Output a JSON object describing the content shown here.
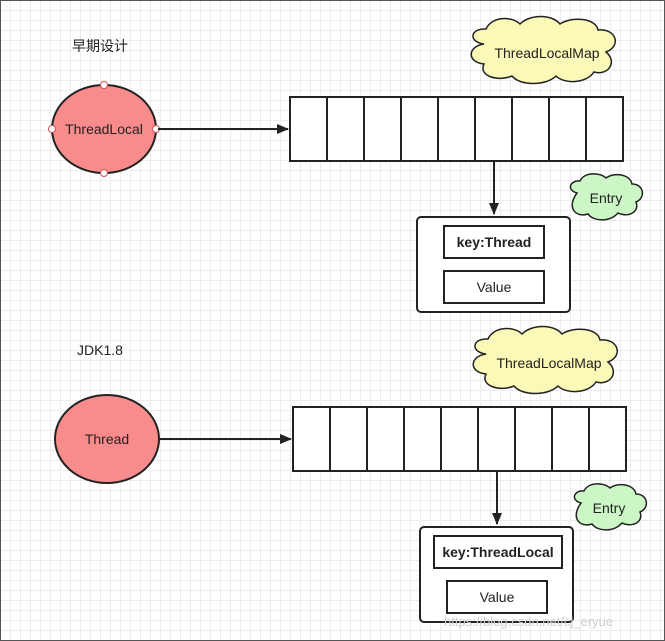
{
  "sections": [
    {
      "caption": "早期设计",
      "source_node": "ThreadLocal",
      "map_label": "ThreadLocalMap",
      "entry_label": "Entry",
      "key_label": "key:Thread",
      "value_label": "Value",
      "slot_count": 9
    },
    {
      "caption": "JDK1.8",
      "source_node": "Thread",
      "map_label": "ThreadLocalMap",
      "entry_label": "Entry",
      "key_label": "key:ThreadLocal",
      "value_label": "Value",
      "slot_count": 9
    }
  ],
  "watermark": "https://blog.csdn.net/cj_eryue",
  "colors": {
    "node_fill": "#f88c8c",
    "map_cloud_fill": "#fbf9b8",
    "entry_cloud_fill": "#ccf6c6",
    "stroke": "#222222"
  }
}
